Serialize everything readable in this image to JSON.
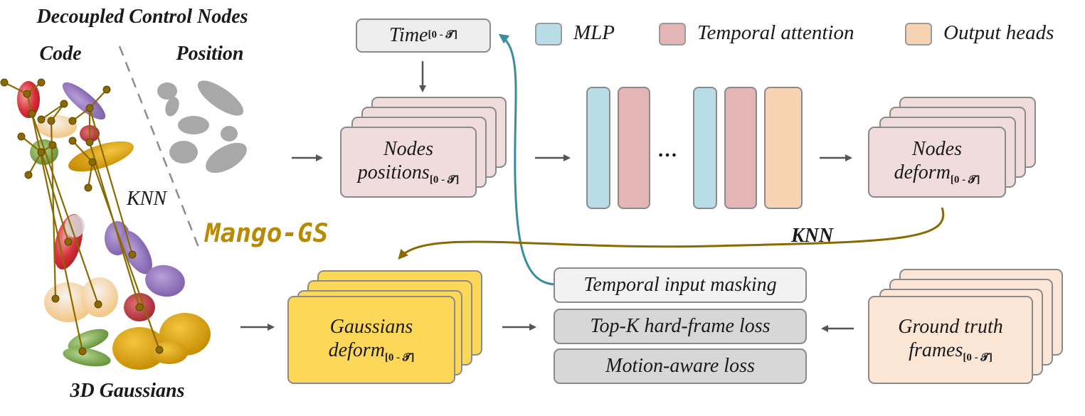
{
  "colors": {
    "mlp": "#b9dde8",
    "temporal": "#e3b5b5",
    "output": "#f8d3b3",
    "pink_box": "#f0dcdc",
    "yellow_box": "#fcd758",
    "peach_box": "#fbe6d6",
    "grey_box": "#d7d7d7",
    "light_box": "#f2f2f2",
    "mango": "#b78a00",
    "teal_arrow": "#3b8c9f",
    "knn_line": "#8a6a00"
  },
  "left_panel": {
    "title": "Decoupled Control Nodes",
    "code_label": "Code",
    "position_label": "Position",
    "knn_label": "KNN",
    "gaussians_label": "3D Gaussians",
    "brand": "Mango-GS"
  },
  "legend": {
    "items": [
      {
        "label": "MLP",
        "color_key": "mlp"
      },
      {
        "label": "Temporal attention",
        "color_key": "temporal"
      },
      {
        "label": "Output heads",
        "color_key": "output"
      }
    ]
  },
  "time_box": {
    "label": "Time",
    "range": "[0 - 𝓣]"
  },
  "nodes_positions": {
    "line1": "Nodes",
    "line2": "positions",
    "range": "[0 - 𝓣]"
  },
  "nodes_deform": {
    "line1": "Nodes",
    "line2": "deform",
    "range": "[0 - 𝓣]"
  },
  "ellipsis": "…",
  "knn_curve_label": "KNN",
  "gaussians_deform": {
    "line1": "Gaussians",
    "line2": "deform",
    "range": "[0 - 𝓣]"
  },
  "losses": {
    "masking": "Temporal input masking",
    "topk": "Top-K hard-frame loss",
    "motion": "Motion-aware loss"
  },
  "ground_truth": {
    "line1": "Ground truth",
    "line2": "frames",
    "range": "[0 - 𝓣]"
  }
}
